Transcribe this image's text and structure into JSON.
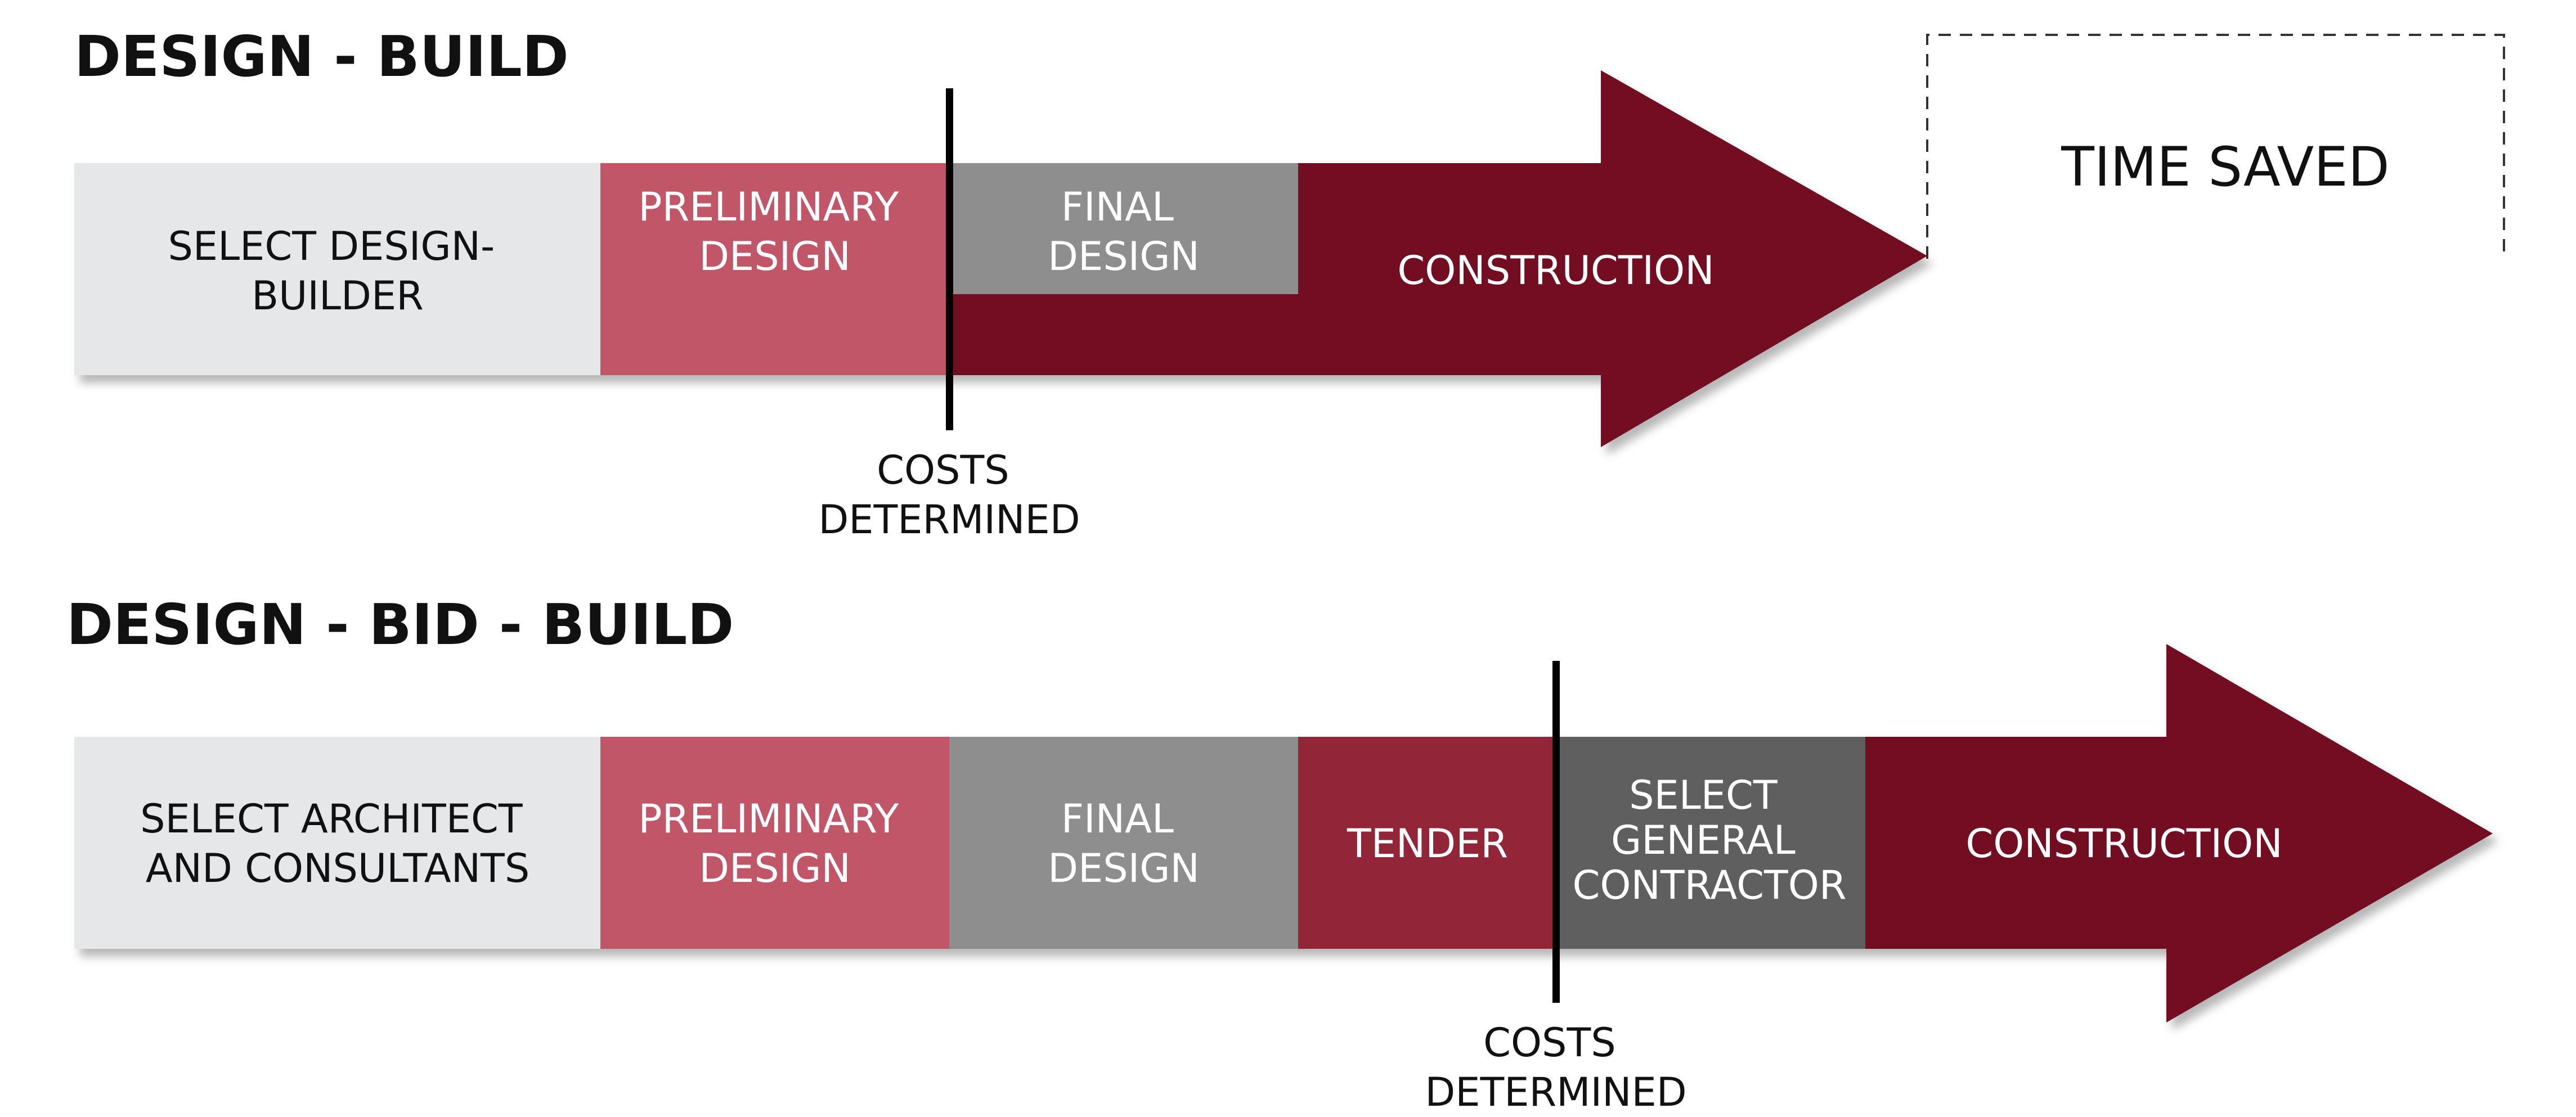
{
  "colors": {
    "light_gray": "#e6e7e9",
    "rose": "#c05767",
    "mid_gray": "#8e8e8e",
    "crimson": "#922639",
    "dark_gray": "#5e5e5e",
    "maroon": "#720f22",
    "marker": "#000000"
  },
  "design_build": {
    "title": "DESIGN - BUILD",
    "segments": [
      {
        "label": [
          "SELECT DESIGN-",
          "BUILDER"
        ]
      },
      {
        "label": [
          "PRELIMINARY",
          "DESIGN"
        ]
      },
      {
        "label": [
          "FINAL",
          "DESIGN"
        ]
      },
      {
        "label": [
          "CONSTRUCTION"
        ]
      }
    ],
    "costs_marker": [
      "COSTS",
      "DETERMINED"
    ],
    "time_saved": "TIME SAVED"
  },
  "design_bid_build": {
    "title": "DESIGN - BID - BUILD",
    "segments": [
      {
        "label": [
          "SELECT ARCHITECT",
          "AND CONSULTANTS"
        ]
      },
      {
        "label": [
          "PRELIMINARY",
          "DESIGN"
        ]
      },
      {
        "label": [
          "FINAL",
          "DESIGN"
        ]
      },
      {
        "label": [
          "TENDER"
        ]
      },
      {
        "label": [
          "SELECT",
          "GENERAL",
          "CONTRACTOR"
        ]
      },
      {
        "label": [
          "CONSTRUCTION"
        ]
      }
    ],
    "costs_marker": [
      "COSTS",
      "DETERMINED"
    ]
  }
}
